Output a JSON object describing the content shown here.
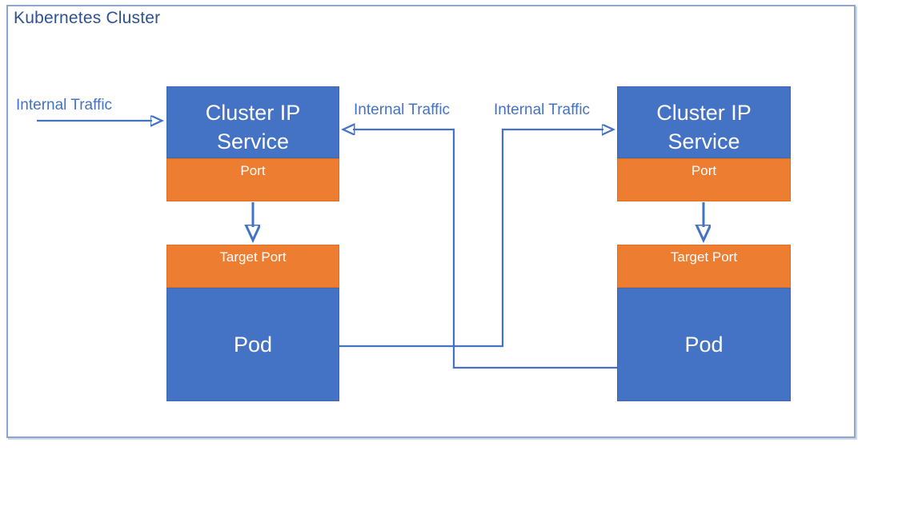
{
  "cluster": {
    "title": "Kubernetes Cluster"
  },
  "traffic_labels": {
    "incoming": "Internal Traffic",
    "pod_to_left_service": "Internal Traffic",
    "pod_to_right_service": "Internal Traffic"
  },
  "services": [
    {
      "title": "Cluster IP Service",
      "port": "Port",
      "target_port": "Target Port",
      "pod": "Pod"
    },
    {
      "title": "Cluster IP Service",
      "port": "Port",
      "target_port": "Target Port",
      "pod": "Pod"
    }
  ],
  "colors": {
    "node_blue": "#4472C4",
    "node_orange": "#ED7D31",
    "connector_blue": "#4472C4",
    "title_navy": "#2E5291",
    "boundary_border": "#8EA6C9",
    "node_text": "#FFFFFF"
  }
}
